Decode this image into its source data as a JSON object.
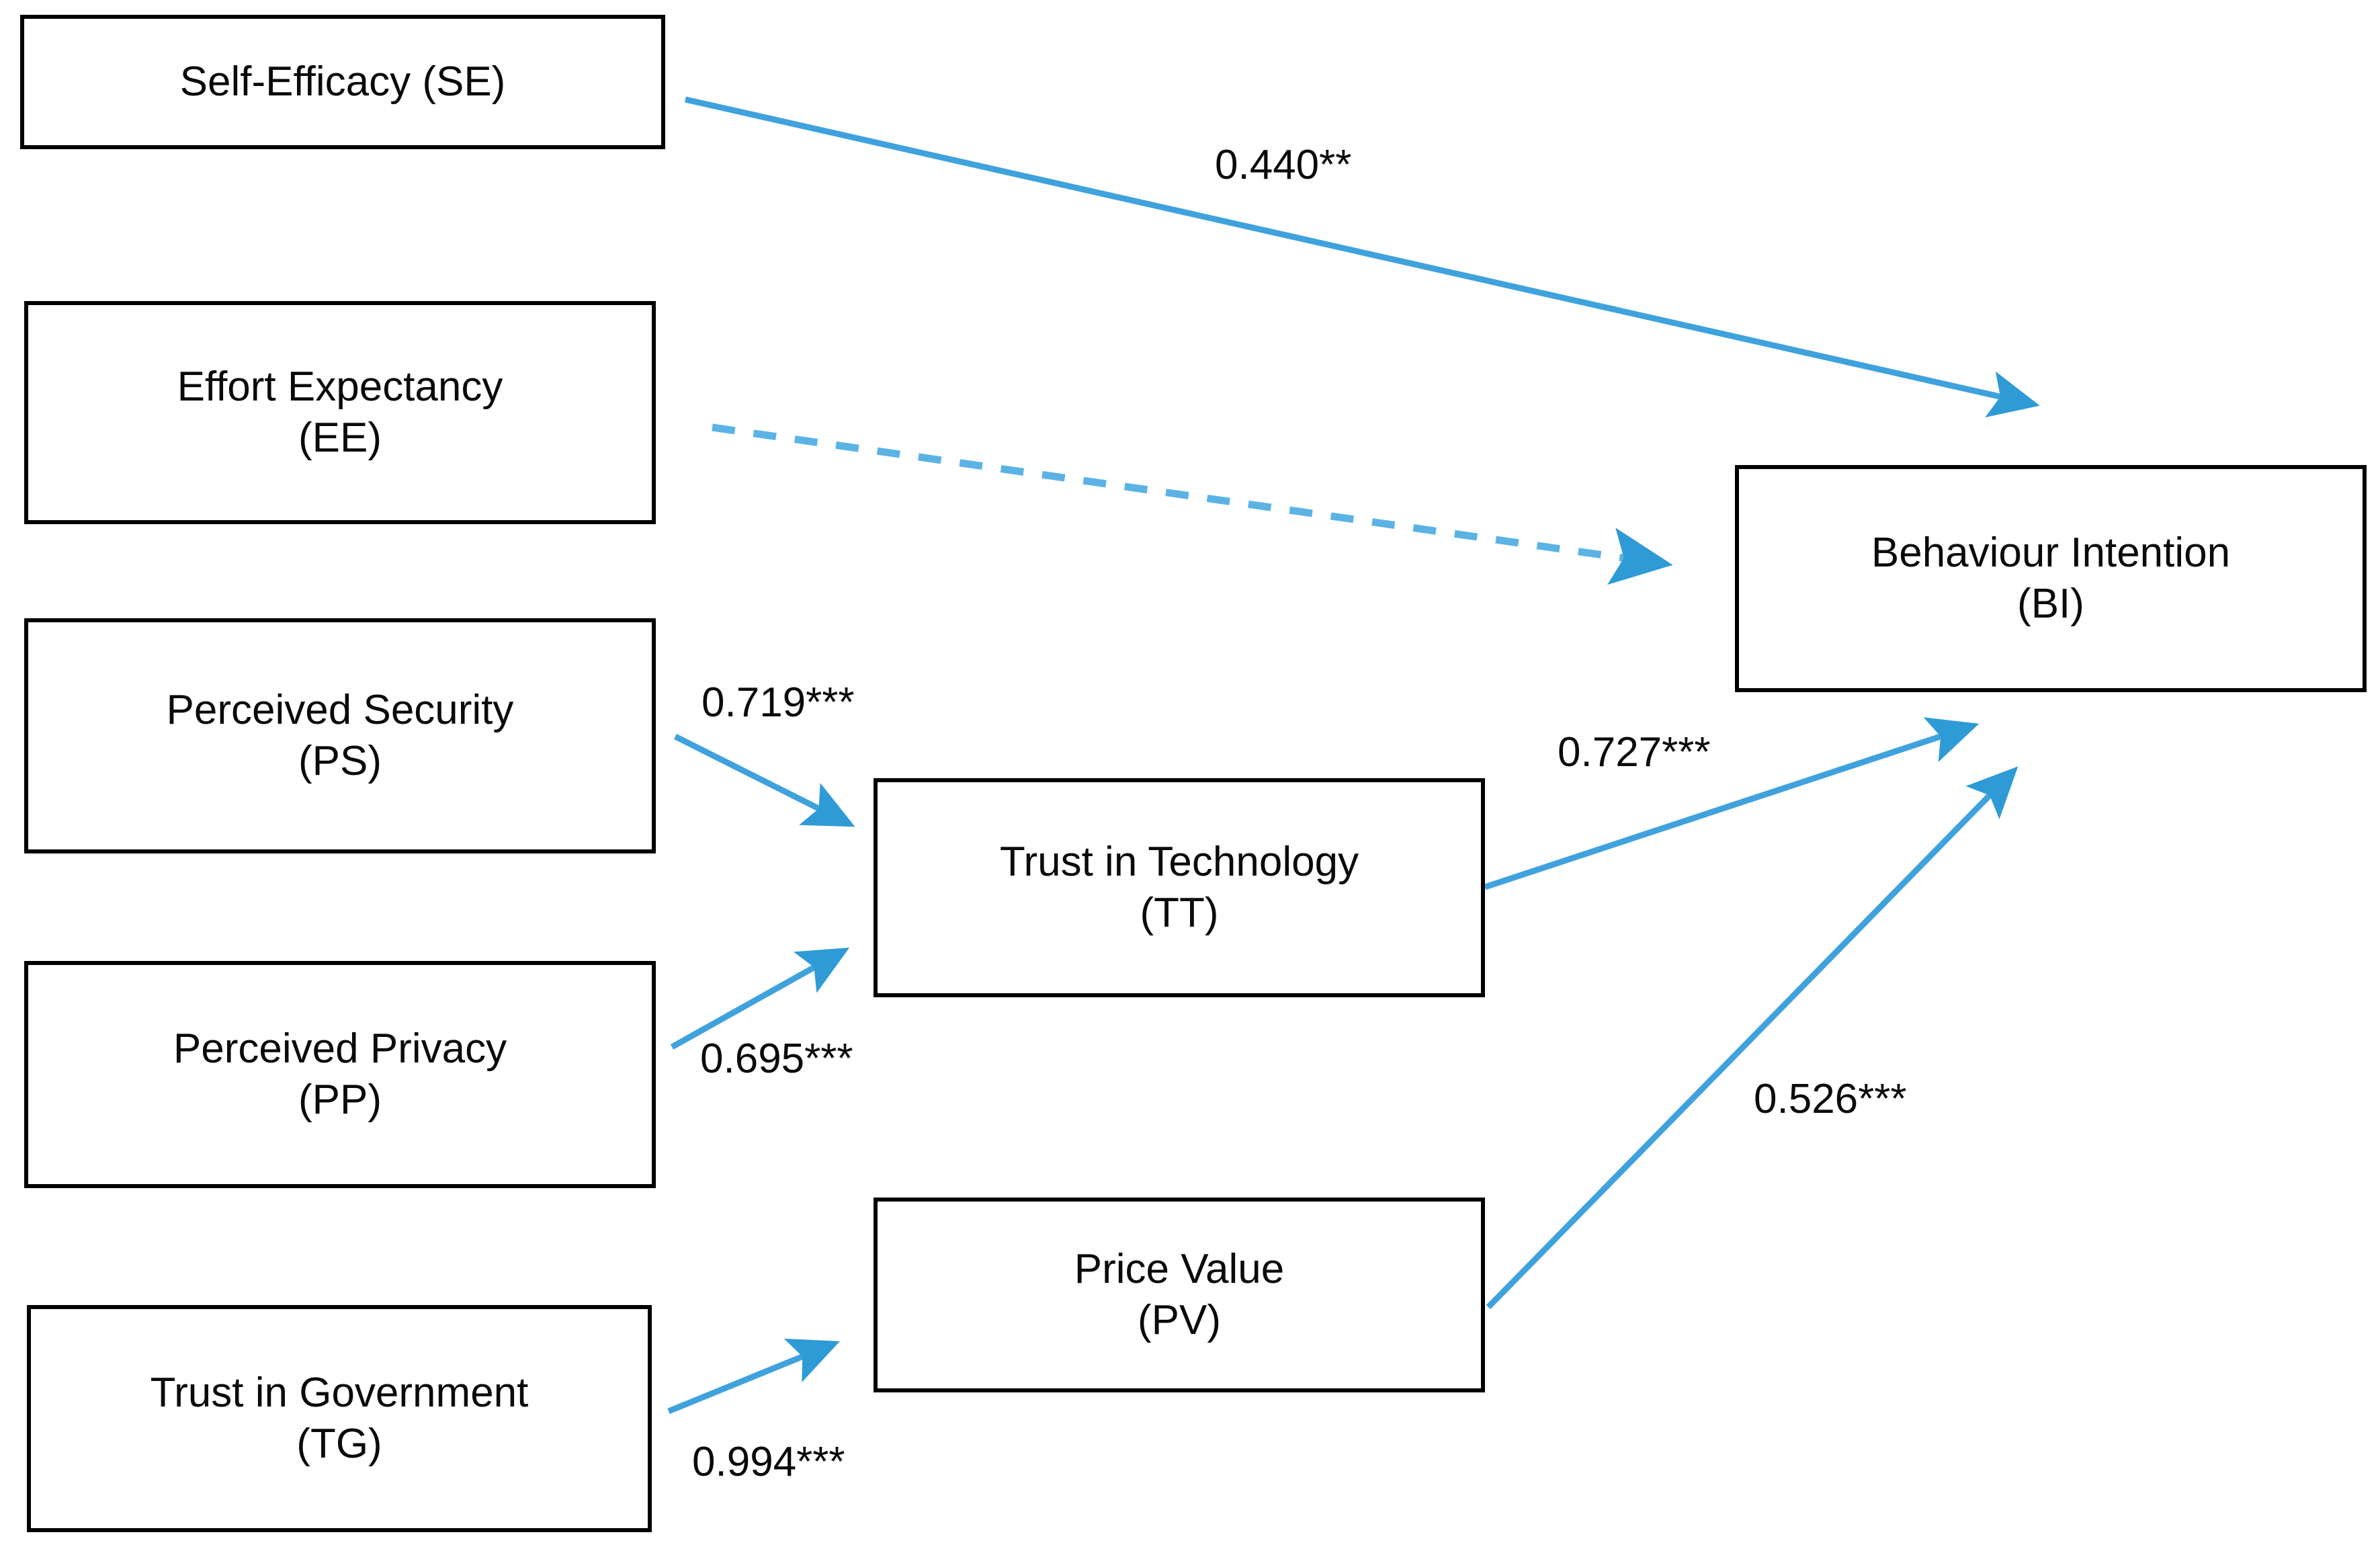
{
  "diagram": {
    "type": "sem-path-diagram",
    "title": "",
    "accent_color": "#2E9BD6",
    "edge_color_solid": "#3FA2DD",
    "edge_color_dashed": "#5BB3E5",
    "node_border_color": "#000000",
    "node_fill_color": "#FFFFFF",
    "text_color": "#0A0A0A"
  },
  "nodes": [
    {
      "id": "SE",
      "line1": "Self-Efficacy (SE)",
      "line2": "",
      "label": "Self-Efficacy (SE)"
    },
    {
      "id": "EE",
      "line1": "Effort Expectancy",
      "line2": "(EE)",
      "label": "Effort Expectancy\n(EE)"
    },
    {
      "id": "PS",
      "line1": "Perceived Security",
      "line2": "(PS)",
      "label": "Perceived Security\n(PS)"
    },
    {
      "id": "PP",
      "line1": "Perceived Privacy",
      "line2": "(PP)",
      "label": "Perceived Privacy\n(PP)"
    },
    {
      "id": "TG",
      "line1": "Trust in Government",
      "line2": "(TG)",
      "label": "Trust in Government\n(TG)"
    },
    {
      "id": "TT",
      "line1": "Trust in Technology",
      "line2": "(TT)",
      "label": "Trust in Technology\n(TT)"
    },
    {
      "id": "PV",
      "line1": "Price Value",
      "line2": "(PV)",
      "label": "Price Value\n(PV)"
    },
    {
      "id": "BI",
      "line1": "Behaviour Intention",
      "line2": "(BI)",
      "label": "Behaviour Intention\n(BI)"
    }
  ],
  "edges": [
    {
      "id": "SE-BI",
      "from": "SE",
      "to": "BI",
      "coefficient": "0.440**",
      "value": 0.44,
      "stars": 2,
      "style": "solid",
      "labelled": true
    },
    {
      "id": "EE-BI",
      "from": "EE",
      "to": "BI",
      "coefficient": "",
      "value": null,
      "stars": 0,
      "style": "dashed",
      "labelled": false
    },
    {
      "id": "PS-TT",
      "from": "PS",
      "to": "TT",
      "coefficient": "0.719***",
      "value": 0.719,
      "stars": 3,
      "style": "solid",
      "labelled": true
    },
    {
      "id": "PP-TT",
      "from": "PP",
      "to": "TT",
      "coefficient": "0.695***",
      "value": 0.695,
      "stars": 3,
      "style": "solid",
      "labelled": true
    },
    {
      "id": "TT-BI",
      "from": "TT",
      "to": "BI",
      "coefficient": "0.727***",
      "value": 0.727,
      "stars": 3,
      "style": "solid",
      "labelled": true
    },
    {
      "id": "TG-PV",
      "from": "TG",
      "to": "PV",
      "coefficient": "0.994***",
      "value": 0.994,
      "stars": 3,
      "style": "solid",
      "labelled": true
    },
    {
      "id": "PV-BI",
      "from": "PV",
      "to": "BI",
      "coefficient": "0.526***",
      "value": 0.526,
      "stars": 3,
      "style": "solid",
      "labelled": true
    }
  ],
  "coefficient_labels": {
    "se_bi": "0.440**",
    "ps_tt": "0.719***",
    "pp_tt": "0.695***",
    "tt_bi": "0.727***",
    "tg_pv": "0.994***",
    "pv_bi": "0.526***"
  }
}
